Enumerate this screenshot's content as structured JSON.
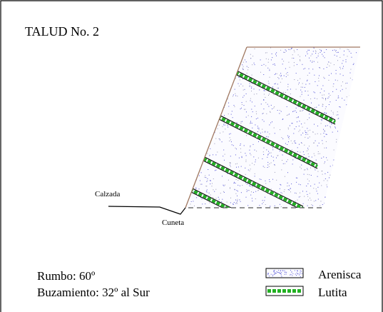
{
  "title": "TALUD No. 2",
  "labels": {
    "calzada": "Calzada",
    "cuneta": "Cuneta"
  },
  "info": {
    "rumbo": "Rumbo: 60º",
    "buzamiento": "Buzamiento: 32º al Sur"
  },
  "legend": [
    {
      "label": "Arenisca",
      "swatch": "speckled-dots"
    },
    {
      "label": "Lutita",
      "swatch": "green-dashes"
    }
  ],
  "colors": {
    "slope_face": "#a07860",
    "sandstone_dots": "#5a5ad8",
    "shale": "#22b022",
    "line": "#000000"
  }
}
